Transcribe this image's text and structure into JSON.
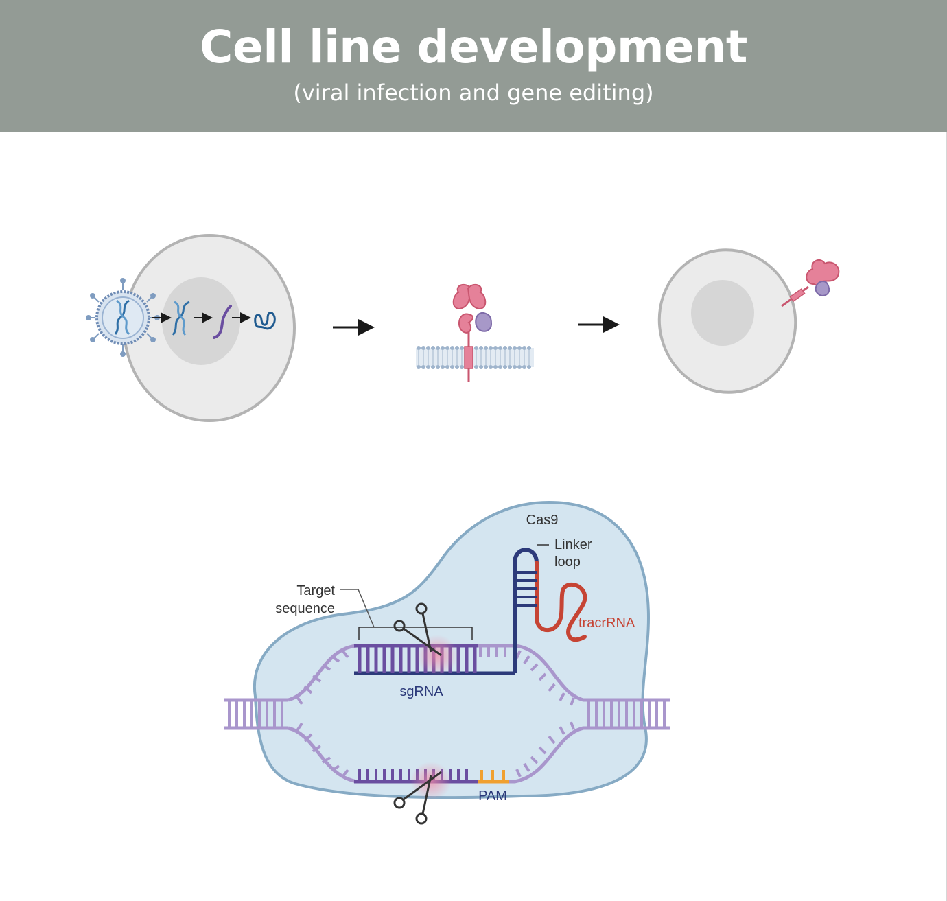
{
  "header": {
    "title": "Cell line development",
    "subtitle": "(viral infection and gene editing)"
  },
  "crispr": {
    "cas9_label": "Cas9",
    "linker_label_line1": "Linker",
    "linker_label_line2": "loop",
    "target_label_line1": "Target",
    "target_label_line2": "sequence",
    "tracrrna_label": "tracrRNA",
    "sgrna_label": "sgRNA",
    "pam_label": "PAM"
  },
  "colors": {
    "header_bg": "#939b95",
    "cell_fill": "#ebebeb",
    "cell_stroke": "#b3b3b3",
    "nucleus_fill": "#d6d6d6",
    "dna_blue": "#3d7cb0",
    "antibody_pink": "#e58199",
    "antibody_purple": "#a798c8",
    "cas9_fill": "#d4e5f0",
    "cas9_stroke": "#86aac4",
    "dna_ladder": "#a996cc",
    "sgrna_navy": "#2c3a7a",
    "target_purple": "#6a4ea0",
    "tracrrna_red": "#c64434",
    "pam_orange": "#f0a030"
  }
}
